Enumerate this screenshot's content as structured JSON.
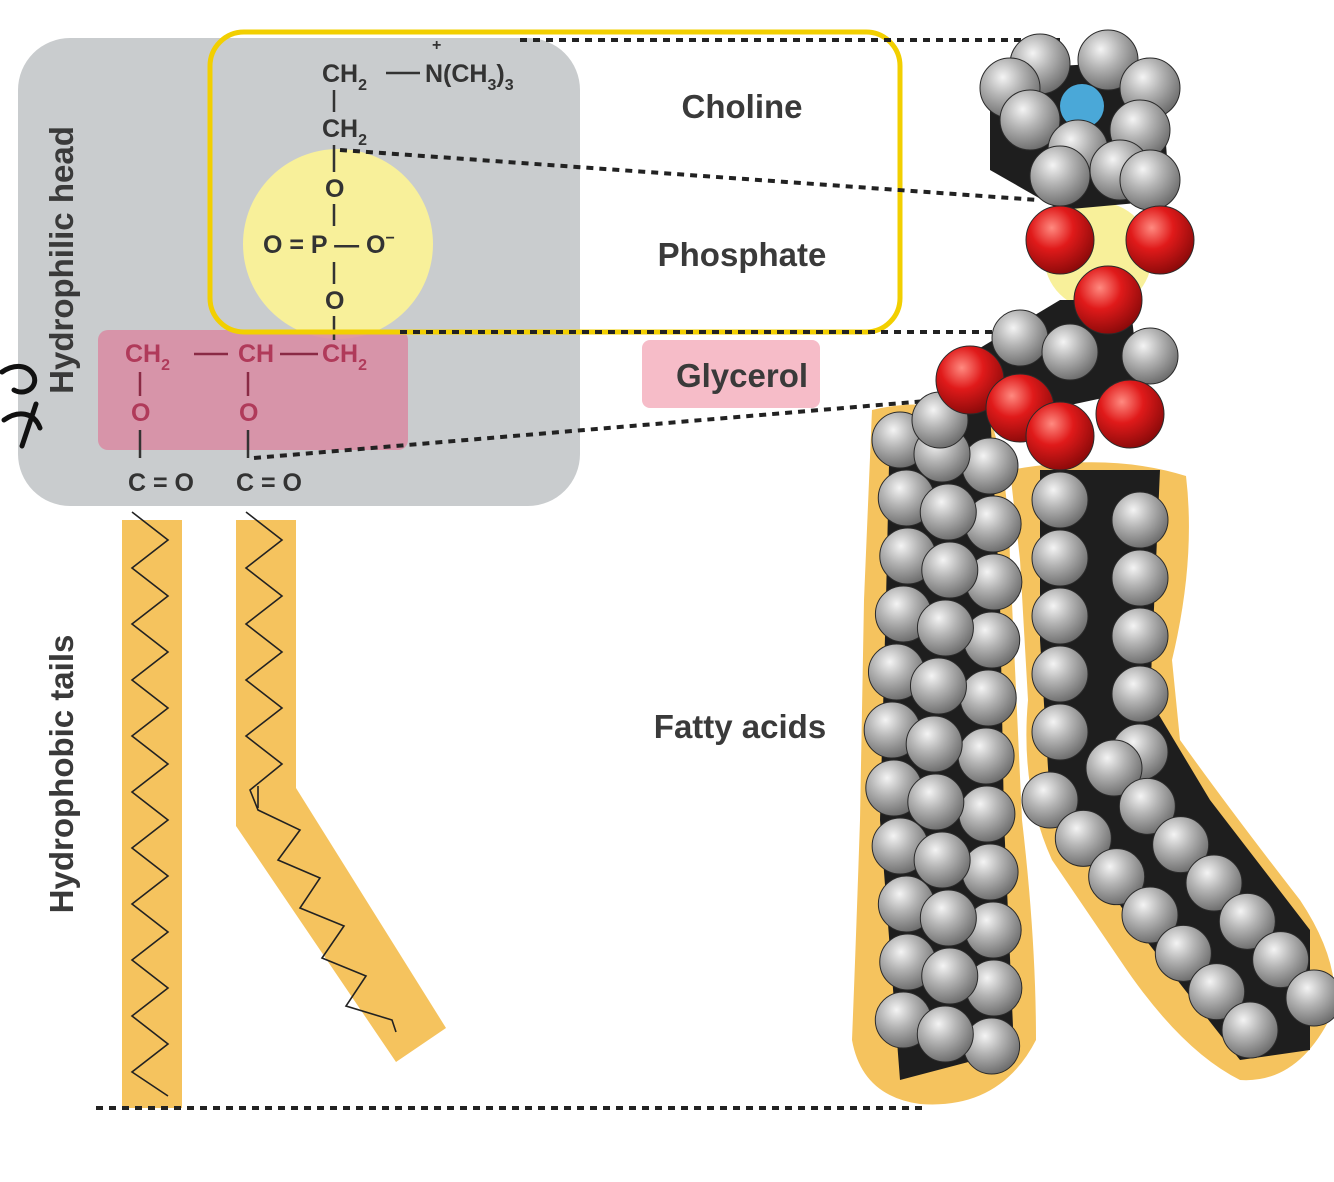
{
  "labels": {
    "choline": "Choline",
    "phosphate": "Phosphate",
    "glycerol": "Glycerol",
    "fatty_acids": "Fatty acids",
    "hydrophilic_head": "Hydrophilic head",
    "hydrophobic_tails": "Hydrophobic tails"
  },
  "formula": {
    "choline_ch2": "CH",
    "choline_n": "N(CH",
    "choline_n_close": ")",
    "choline_ch2b": "CH",
    "sub2": "2",
    "sub3": "3",
    "plus": "+",
    "phos_o_top": "O",
    "phos_row": "O = P — O",
    "phos_minus": "−",
    "phos_o_bottom": "O",
    "gly_ch2_left": "CH",
    "gly_ch": "CH",
    "gly_ch2_right": "CH",
    "gly_o_left": "O",
    "gly_o_right": "O",
    "ester_left": "C = O",
    "ester_right": "C = O"
  },
  "colors": {
    "head_box": "#c9ccce",
    "phosphate_circle": "#f8f09a",
    "glycerol_box": "#d98aa2",
    "glycerol_label_bg": "#f6bcc8",
    "highlight_border": "#f2cf00",
    "tail_band": "#f5c35e",
    "carbon": "#1e1e1e",
    "hydrogen": "#a5a5a5",
    "oxygen": "#d0121b",
    "nitrogen": "#4aa8d8"
  }
}
